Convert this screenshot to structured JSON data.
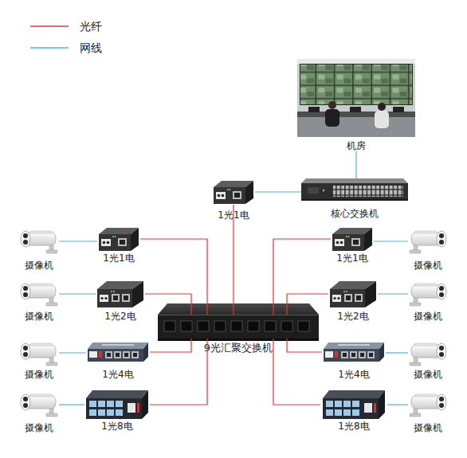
{
  "diagram": {
    "nodes": [
      {
        "text": [
          "机房"
        ]
      },
      {
        "text": [
          "1光1电"
        ]
      },
      {
        "text": [
          "核心交换机"
        ]
      },
      {
        "text": [
          "摄像机"
        ]
      },
      {
        "text": [
          "1光1电"
        ]
      },
      {
        "text": [
          "1光1电"
        ]
      },
      {
        "text": [
          "摄像机"
        ]
      },
      {
        "text": [
          "摄像机"
        ]
      },
      {
        "text": [
          "1光2电"
        ]
      },
      {
        "text": [
          "1光2电"
        ]
      },
      {
        "text": [
          "摄像机"
        ]
      },
      {
        "text": [
          "9光汇聚交换机"
        ]
      },
      {
        "text": [
          "摄像机"
        ]
      },
      {
        "text": [
          "1光4电"
        ]
      },
      {
        "text": [
          "1光4电"
        ]
      },
      {
        "text": [
          "摄像机"
        ]
      },
      {
        "text": [
          "摄像机"
        ]
      },
      {
        "text": [
          "1光8电"
        ]
      },
      {
        "text": [
          "1光8电"
        ]
      },
      {
        "text": [
          "摄像机"
        ]
      }
    ],
    "edges": [
      {
        "from": 2,
        "to": 0,
        "arrow": "none"
      },
      {
        "from": 1,
        "to": 2,
        "arrow": "none"
      },
      {
        "from": 1,
        "to": 11,
        "arrow": "none"
      },
      {
        "from": 3,
        "to": 4,
        "arrow": "none"
      },
      {
        "from": 4,
        "to": 11,
        "arrow": "none"
      },
      {
        "from": 6,
        "to": 5,
        "arrow": "none"
      },
      {
        "from": 5,
        "to": 11,
        "arrow": "none"
      },
      {
        "from": 7,
        "to": 8,
        "arrow": "none"
      },
      {
        "from": 8,
        "to": 11,
        "arrow": "none"
      },
      {
        "from": 10,
        "to": 9,
        "arrow": "none"
      },
      {
        "from": 9,
        "to": 11,
        "arrow": "none"
      },
      {
        "from": 12,
        "to": 13,
        "arrow": "none"
      },
      {
        "from": 13,
        "to": 11,
        "arrow": "none"
      },
      {
        "from": 15,
        "to": 14,
        "arrow": "none"
      },
      {
        "from": 14,
        "to": 11,
        "arrow": "none"
      },
      {
        "from": 16,
        "to": 17,
        "arrow": "none"
      },
      {
        "from": 17,
        "to": 11,
        "arrow": "none"
      },
      {
        "from": 19,
        "to": 18,
        "arrow": "none"
      },
      {
        "from": 18,
        "to": 11,
        "arrow": "none"
      }
    ],
    "legend": [
      {
        "text": "光纤"
      },
      {
        "text": "网线"
      }
    ]
  }
}
